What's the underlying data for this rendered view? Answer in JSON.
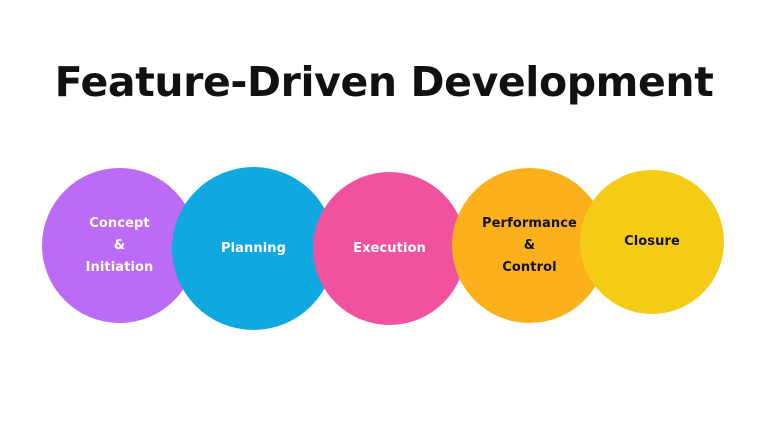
{
  "slide": {
    "background_color": "#ffffff",
    "title": "Feature-Driven Development",
    "title_color": "#111111"
  },
  "stages": [
    {
      "id": "concept-initiation",
      "label": "Concept\n&\nInitiation",
      "color": "#bb6bf5",
      "text_color": "#ffffff"
    },
    {
      "id": "planning",
      "label": "Planning",
      "color": "#0fa8e0",
      "text_color": "#ffffff"
    },
    {
      "id": "execution",
      "label": "Execution",
      "color": "#f0529e",
      "text_color": "#ffffff"
    },
    {
      "id": "performance-control",
      "label": "Performance\n&\nControl",
      "color": "#fbb01c",
      "text_color": "#111111"
    },
    {
      "id": "closure",
      "label": "Closure",
      "color": "#f5cc15",
      "text_color": "#111111"
    }
  ]
}
